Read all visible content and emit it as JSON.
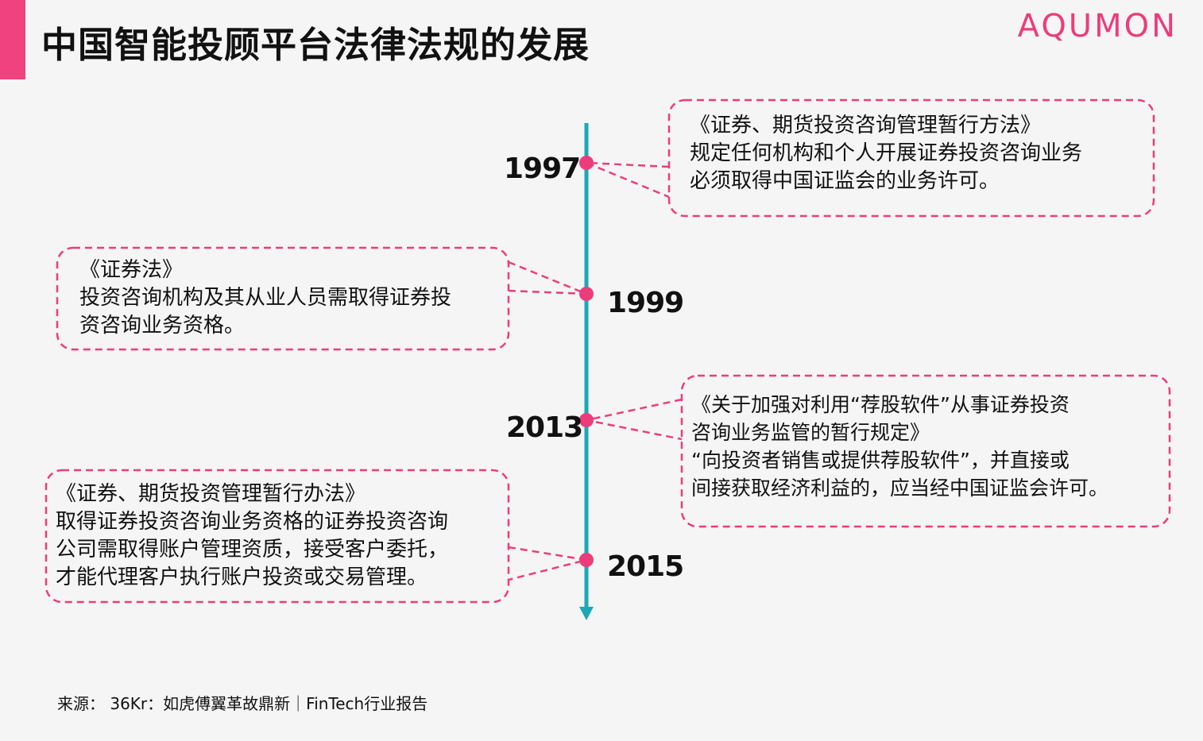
{
  "header": {
    "title": "中国智能投顾平台法律法规的发展",
    "logo": "AQUMON"
  },
  "colors": {
    "accent": "#f0427e",
    "timeline": "#1aa8b9",
    "dot": "#ec3d7b"
  },
  "timeline": [
    {
      "year": "1997",
      "lines": [
        "《证券、期货投资咨询管理暂行方法》",
        "规定任何机构和个人开展证券投资咨询业务",
        "必须取得中国证监会的业务许可。"
      ]
    },
    {
      "year": "1999",
      "lines": [
        "《证券法》",
        "投资咨询机构及其从业人员需取得证券投",
        "资咨询业务资格。"
      ]
    },
    {
      "year": "2013",
      "lines": [
        "《关于加强对利用“荐股软件”从事证券投资",
        "咨询业务监管的暂行规定》",
        "“向投资者销售或提供荐股软件”，并直接或",
        "间接获取经济利益的，应当经中国证监会许可。"
      ]
    },
    {
      "year": "2015",
      "lines": [
        "《证券、期货投资管理暂行办法》",
        "取得证券投资咨询业务资格的证券投资咨询",
        "公司需取得账户管理资质，接受客户委托，",
        "才能代理客户执行账户投资或交易管理。"
      ]
    }
  ],
  "footer": {
    "source": "来源： 36Kr：如虎傅翼革故鼎新｜FinTech行业报告"
  }
}
